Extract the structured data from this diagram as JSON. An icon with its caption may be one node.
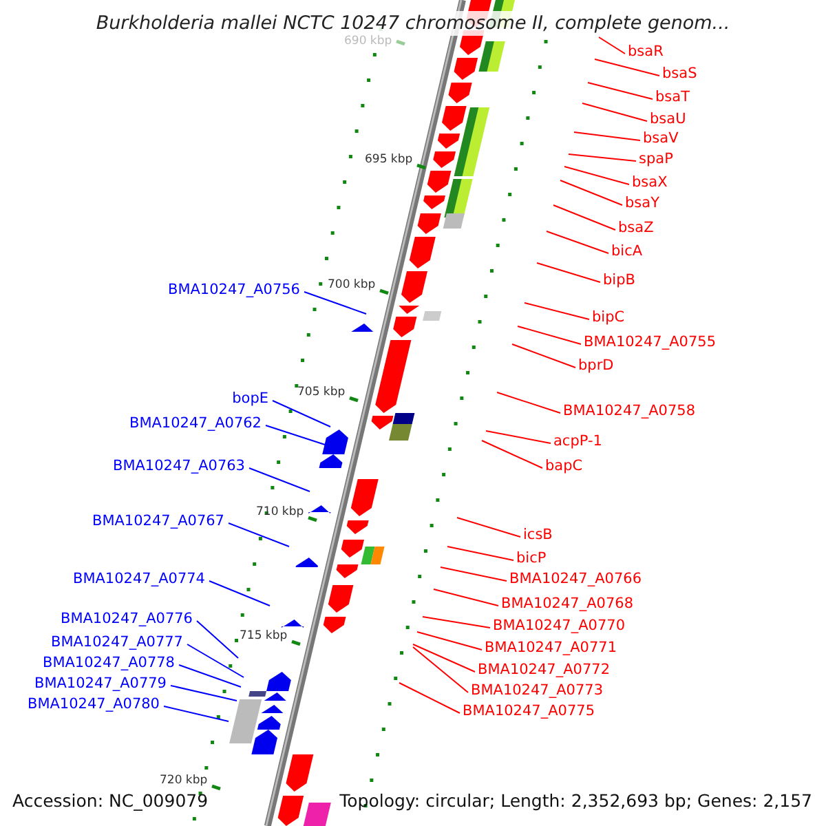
{
  "diagram": {
    "title": "Burkholderia mallei NCTC 10247 chromosome II, complete genom...",
    "nodes": [
      {
        "text": [
          "bsaR"
        ]
      },
      {
        "text": [
          "bsaS"
        ]
      },
      {
        "text": [
          "bsaT"
        ]
      },
      {
        "text": [
          "bsaU"
        ]
      },
      {
        "text": [
          "bsaV"
        ]
      },
      {
        "text": [
          "spaP"
        ]
      },
      {
        "text": [
          "bsaX"
        ]
      },
      {
        "text": [
          "bsaY"
        ]
      },
      {
        "text": [
          "bsaZ"
        ]
      },
      {
        "text": [
          "bicA"
        ]
      },
      {
        "text": [
          "bipB"
        ]
      },
      {
        "text": [
          "BMA10247_A0756"
        ]
      },
      {
        "text": [
          "bipC"
        ]
      },
      {
        "text": [
          "BMA10247_A0755"
        ]
      },
      {
        "text": [
          "bprD"
        ]
      },
      {
        "text": [
          "bopE"
        ]
      },
      {
        "text": [
          "BMA10247_A0758"
        ]
      },
      {
        "text": [
          "BMA10247_A0762"
        ]
      },
      {
        "text": [
          "acpP-1"
        ]
      },
      {
        "text": [
          "bapC"
        ]
      },
      {
        "text": [
          "BMA10247_A0763"
        ]
      },
      {
        "text": [
          "BMA10247_A0767"
        ]
      },
      {
        "text": [
          "icsB"
        ]
      },
      {
        "text": [
          "bicP"
        ]
      },
      {
        "text": [
          "BMA10247_A0766"
        ]
      },
      {
        "text": [
          "BMA10247_A0774"
        ]
      },
      {
        "text": [
          "BMA10247_A0768"
        ]
      },
      {
        "text": [
          "BMA10247_A0776"
        ]
      },
      {
        "text": [
          "BMA10247_A0770"
        ]
      },
      {
        "text": [
          "BMA10247_A0777"
        ]
      },
      {
        "text": [
          "BMA10247_A0771"
        ]
      },
      {
        "text": [
          "BMA10247_A0778"
        ]
      },
      {
        "text": [
          "BMA10247_A0772"
        ]
      },
      {
        "text": [
          "BMA10247_A0779"
        ]
      },
      {
        "text": [
          "BMA10247_A0773"
        ]
      },
      {
        "text": [
          "BMA10247_A0780"
        ]
      },
      {
        "text": [
          "BMA10247_A0775"
        ]
      }
    ],
    "edges": [
      {
        "from": 0,
        "to": null,
        "arrow": "none"
      },
      {
        "from": 1,
        "to": null,
        "arrow": "none"
      },
      {
        "from": 2,
        "to": null,
        "arrow": "none"
      },
      {
        "from": 3,
        "to": null,
        "arrow": "none"
      },
      {
        "from": 4,
        "to": null,
        "arrow": "none"
      },
      {
        "from": 5,
        "to": null,
        "arrow": "none"
      },
      {
        "from": 6,
        "to": null,
        "arrow": "none"
      },
      {
        "from": 7,
        "to": null,
        "arrow": "none"
      },
      {
        "from": 8,
        "to": null,
        "arrow": "none"
      },
      {
        "from": 9,
        "to": null,
        "arrow": "none"
      },
      {
        "from": 10,
        "to": null,
        "arrow": "none"
      },
      {
        "from": 11,
        "to": null,
        "arrow": "none",
        "color": "#0000ff"
      },
      {
        "from": 12,
        "to": null,
        "arrow": "none"
      },
      {
        "from": 13,
        "to": null,
        "arrow": "none"
      },
      {
        "from": 14,
        "to": null,
        "arrow": "none"
      },
      {
        "from": 15,
        "to": null,
        "arrow": "none",
        "color": "#0000ff"
      },
      {
        "from": 16,
        "to": null,
        "arrow": "none"
      },
      {
        "from": 17,
        "to": null,
        "arrow": "none",
        "color": "#0000ff"
      },
      {
        "from": 18,
        "to": null,
        "arrow": "none"
      },
      {
        "from": 19,
        "to": null,
        "arrow": "none"
      },
      {
        "from": 20,
        "to": null,
        "arrow": "none",
        "color": "#0000ff"
      },
      {
        "from": 21,
        "to": null,
        "arrow": "none",
        "color": "#0000ff"
      },
      {
        "from": 22,
        "to": null,
        "arrow": "none"
      },
      {
        "from": 23,
        "to": null,
        "arrow": "none"
      },
      {
        "from": 24,
        "to": null,
        "arrow": "none"
      },
      {
        "from": 25,
        "to": null,
        "arrow": "none",
        "color": "#0000ff"
      },
      {
        "from": 26,
        "to": null,
        "arrow": "none"
      },
      {
        "from": 27,
        "to": null,
        "arrow": "none",
        "color": "#0000ff"
      },
      {
        "from": 28,
        "to": null,
        "arrow": "none"
      },
      {
        "from": 29,
        "to": null,
        "arrow": "none",
        "color": "#0000ff"
      },
      {
        "from": 30,
        "to": null,
        "arrow": "none"
      },
      {
        "from": 31,
        "to": null,
        "arrow": "none",
        "color": "#0000ff"
      },
      {
        "from": 32,
        "to": null,
        "arrow": "none"
      },
      {
        "from": 33,
        "to": null,
        "arrow": "none",
        "color": "#0000ff"
      },
      {
        "from": 34,
        "to": null,
        "arrow": "none"
      },
      {
        "from": 35,
        "to": null,
        "arrow": "none",
        "color": "#0000ff"
      },
      {
        "from": 36,
        "to": null,
        "arrow": "none"
      }
    ],
    "labels": [
      "690 kbp",
      "695 kbp",
      "700 kbp",
      "705 kbp",
      "710 kbp",
      "715 kbp",
      "720 kbp",
      "Accession: NC_009079",
      "Topology: circular; Length: 2,352,693 bp; Genes: 2,157"
    ]
  }
}
